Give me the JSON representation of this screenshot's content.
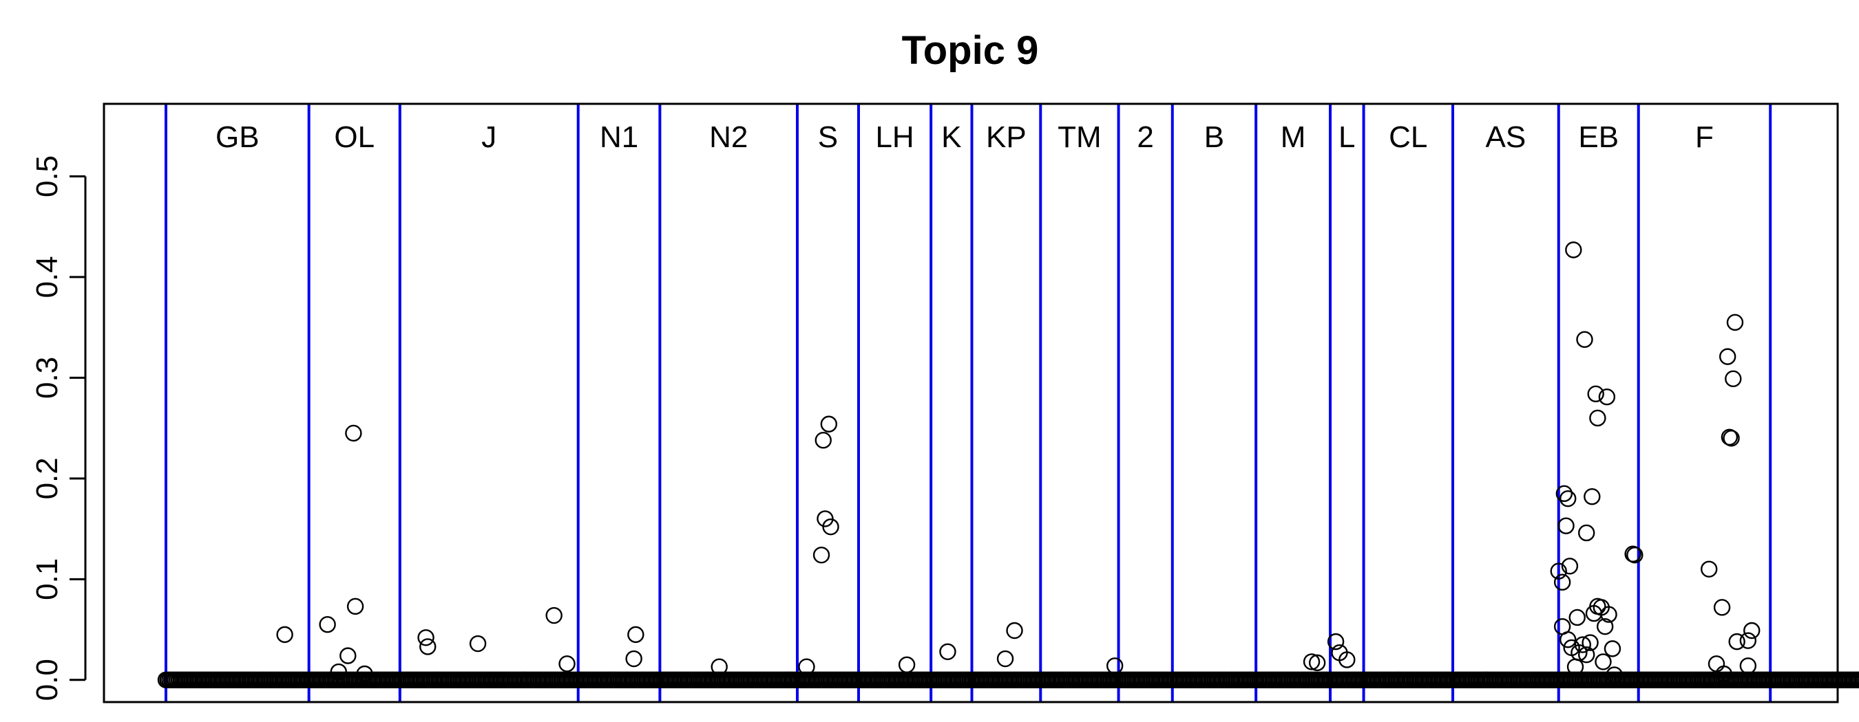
{
  "chart_data": {
    "type": "scatter",
    "title": "Topic 9",
    "xlabel": "",
    "ylabel": "",
    "ylim": [
      -0.022,
      0.572
    ],
    "yticks": [
      0.0,
      0.1,
      0.2,
      0.3,
      0.4,
      0.5
    ],
    "ytick_labels": [
      "0.0",
      "0.1",
      "0.2",
      "0.3",
      "0.4",
      "0.5"
    ],
    "grid": false,
    "colors": {
      "points": "#000000",
      "dividers": "#0000ee",
      "frame": "#000000"
    },
    "n_points": 1000,
    "group_labels": [
      "GB",
      "OL",
      "J",
      "N1",
      "N2",
      "S",
      "LH",
      "K",
      "KP",
      "TM",
      "2",
      "B",
      "M",
      "L",
      "CL",
      "AS",
      "EB",
      "F"
    ],
    "group_boundaries": [
      0,
      77,
      126,
      222,
      266,
      340,
      373,
      412,
      434,
      471,
      513,
      542,
      587,
      627,
      645,
      693,
      750,
      793,
      864
    ],
    "points": [
      [
        64,
        0.045
      ],
      [
        87,
        0.055
      ],
      [
        101,
        0.245
      ],
      [
        102,
        0.073
      ],
      [
        98,
        0.024
      ],
      [
        93,
        0.008
      ],
      [
        107,
        0.006
      ],
      [
        140,
        0.042
      ],
      [
        141,
        0.033
      ],
      [
        168,
        0.036
      ],
      [
        209,
        0.064
      ],
      [
        253,
        0.045
      ],
      [
        252,
        0.021
      ],
      [
        216,
        0.016
      ],
      [
        298,
        0.013
      ],
      [
        354,
        0.238
      ],
      [
        355,
        0.16
      ],
      [
        357,
        0.254
      ],
      [
        358,
        0.152
      ],
      [
        353,
        0.124
      ],
      [
        345,
        0.013
      ],
      [
        399,
        0.015
      ],
      [
        421,
        0.028
      ],
      [
        452,
        0.021
      ],
      [
        457,
        0.049
      ],
      [
        511,
        0.014
      ],
      [
        617,
        0.018
      ],
      [
        620,
        0.017
      ],
      [
        630,
        0.038
      ],
      [
        632,
        0.027
      ],
      [
        636,
        0.02
      ],
      [
        750,
        0.108
      ],
      [
        752,
        0.097
      ],
      [
        753,
        0.185
      ],
      [
        754,
        0.153
      ],
      [
        755,
        0.18
      ],
      [
        756,
        0.113
      ],
      [
        758,
        0.427
      ],
      [
        760,
        0.062
      ],
      [
        764,
        0.338
      ],
      [
        765,
        0.146
      ],
      [
        768,
        0.182
      ],
      [
        770,
        0.284
      ],
      [
        771,
        0.26
      ],
      [
        773,
        0.072
      ],
      [
        775,
        0.053
      ],
      [
        776,
        0.281
      ],
      [
        790,
        0.125
      ],
      [
        791,
        0.124
      ],
      [
        752,
        0.053
      ],
      [
        755,
        0.04
      ],
      [
        757,
        0.032
      ],
      [
        759,
        0.013
      ],
      [
        761,
        0.027
      ],
      [
        763,
        0.035
      ],
      [
        765,
        0.025
      ],
      [
        767,
        0.037
      ],
      [
        769,
        0.066
      ],
      [
        771,
        0.073
      ],
      [
        774,
        0.018
      ],
      [
        777,
        0.065
      ],
      [
        779,
        0.031
      ],
      [
        780,
        0.005
      ],
      [
        831,
        0.11
      ],
      [
        838,
        0.072
      ],
      [
        841,
        0.321
      ],
      [
        842,
        0.241
      ],
      [
        843,
        0.24
      ],
      [
        844,
        0.299
      ],
      [
        845,
        0.355
      ],
      [
        846,
        0.038
      ],
      [
        852,
        0.039
      ],
      [
        854,
        0.049
      ],
      [
        852,
        0.014
      ],
      [
        835,
        0.016
      ],
      [
        839,
        0.006
      ]
    ]
  }
}
